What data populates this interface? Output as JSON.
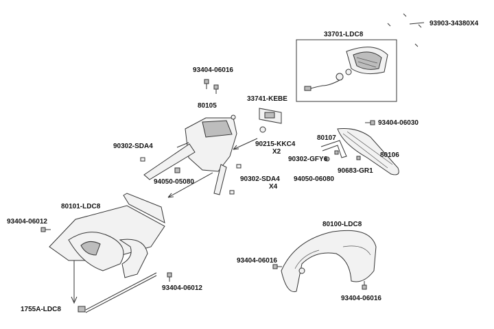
{
  "labels": {
    "p93903": "93903-34380X4",
    "p33701": "33701-LDC8",
    "p93404_06016_top": "93404-06016",
    "p33741": "33741-KEBE",
    "p80105": "80105",
    "p93404_06030": "93404-06030",
    "p80107": "80107",
    "p90302_sda4_left": "90302-SDA4",
    "p90215": "90215-KKC4",
    "p90215_qty": "X2",
    "p80106": "80106",
    "p90302_gfy6": "90302-GFY6",
    "p94050_05080": "94050-05080",
    "p90683": "90683-GR1",
    "p94050_06080": "94050-06080",
    "p90302_sda4_right": "90302-SDA4",
    "p90302_sda4_right_qty": "X4",
    "p80101": "80101-LDC8",
    "p93404_06012_left": "93404-06012",
    "p80100": "80100-LDC8",
    "p93404_06016_mid": "93404-06016",
    "p93404_06012_bottom": "93404-06012",
    "p93404_06016_right": "93404-06016",
    "p1755a": "1755A-LDC8"
  }
}
